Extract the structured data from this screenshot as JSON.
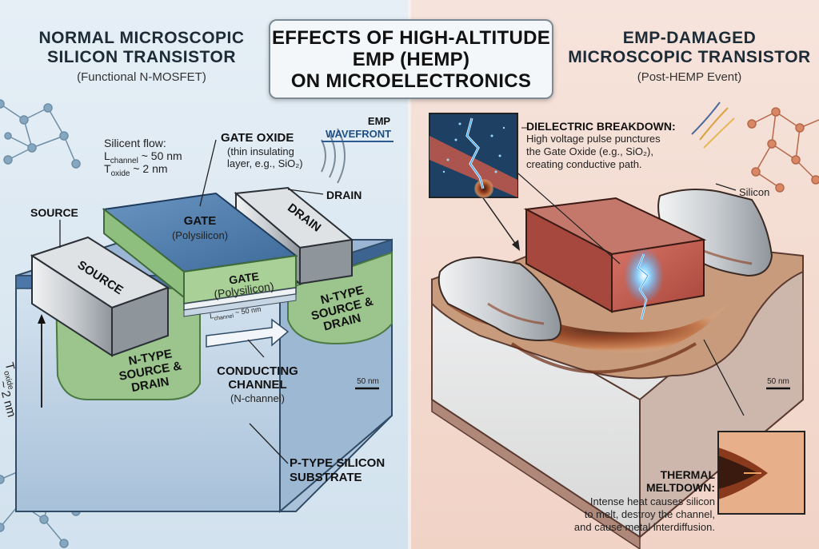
{
  "title": {
    "line1": "EFFECTS OF HIGH-ALTITUDE",
    "line2": "EMP (HEMP)",
    "line3": "ON MICROELECTRONICS"
  },
  "left": {
    "heading1": "NORMAL MICROSCOPIC",
    "heading2": "SILICON TRANSISTOR",
    "subheading": "(Functional N-MOSFET)",
    "flow_title": "Silicent flow:",
    "flow_l": "L",
    "flow_l_sub": "channel",
    "flow_l_val": " ~ 50 nm",
    "flow_t": "T",
    "flow_t_sub": "oxide",
    "flow_t_val": " ~ 2 nm",
    "gate_oxide_title": "GATE OXIDE",
    "gate_oxide_desc1": "(thin insulating",
    "gate_oxide_desc2": "layer, e.g., SiO₂)",
    "emp1": "EMP",
    "emp2": "WAVEFRONT",
    "drain_label": "DRAIN",
    "source_label": "SOURCE",
    "gate_top": "GATE",
    "gate_top_sub": "(Polysilicon)",
    "gate_front": "GATE",
    "gate_front_sub": "(Polysilicon)",
    "drain_block": "DRAIN",
    "source_block": "SOURCE",
    "lchannel": "L",
    "lchannel_sub": "channel",
    "lchannel_val": " ~ 50 nm",
    "ntype_left1": "N-TYPE",
    "ntype_left2": "SOURCE &",
    "ntype_left3": "DRAIN",
    "ntype_right1": "N-TYPE",
    "ntype_right2": "SOURCE &",
    "ntype_right3": "DRAIN",
    "toxide": "T",
    "toxide_sub": "oxide",
    "toxide_val": "~ 2 nm",
    "conducting1": "CONDUCTING",
    "conducting2": "CHANNEL",
    "conducting3": "(N-channel)",
    "scale": "50 nm",
    "substrate1": "P-TYPE SILICON",
    "substrate2": "SUBSTRATE"
  },
  "right": {
    "heading1": "EMP-DAMAGED",
    "heading2": "MICROSCOPIC TRANSISTOR",
    "subheading": "(Post-HEMP Event)",
    "dielectric_title": "DIELECTRIC BREAKDOWN:",
    "dielectric_1": "High voltage pulse punctures",
    "dielectric_2": "the Gate Oxide (e.g., SiO₂),",
    "dielectric_3": "creating conductive path.",
    "silicon": "Silicon",
    "scale": "50 nm",
    "thermal_title1": "THERMAL",
    "thermal_title2": "MELTDOWN:",
    "thermal_1": "Intense heat causes silicon",
    "thermal_2": "to melt, destroy the channel,",
    "thermal_3": "and cause metal interdiffusion."
  },
  "colors": {
    "gate_blue": "#4f7fb0",
    "nregion_green": "#9cc48d",
    "substrate_blue": "#bcd2e6",
    "damage_red": "#c6594a",
    "spark_blue": "#3fa9ff"
  }
}
